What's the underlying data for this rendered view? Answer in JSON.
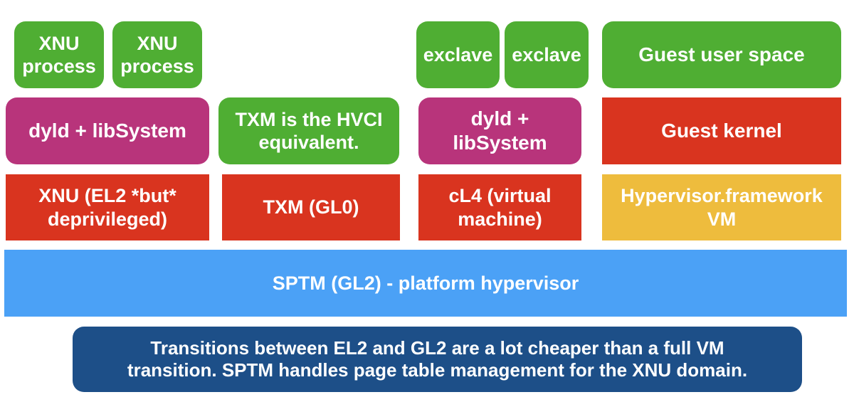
{
  "diagram": {
    "top_row": {
      "xnu_process_1": "XNU\nprocess",
      "xnu_process_2": "XNU\nprocess",
      "exclave_1": "exclave",
      "exclave_2": "exclave",
      "guest_user_space": "Guest user space"
    },
    "middle_row": {
      "dyld_libsystem_xnu": "dyld + libSystem",
      "txm_note": "TXM is the HVCI\nequivalent.",
      "dyld_libsystem_exclave": "dyld +\nlibSystem",
      "guest_kernel": "Guest kernel"
    },
    "kernel_row": {
      "xnu": "XNU (EL2 *but*\ndeprivileged)",
      "txm": "TXM (GL0)",
      "cl4": "cL4 (virtual\nmachine)",
      "hypervisor_vm": "Hypervisor.framework\nVM"
    },
    "sptm": "SPTM (GL2) - platform hypervisor",
    "note": "Transitions between EL2 and GL2 are a lot cheaper than a full VM\ntransition. SPTM handles page table management for the XNU domain."
  },
  "colors": {
    "green": "#4fae33",
    "magenta": "#b8347b",
    "red": "#d9341f",
    "yellow": "#eebc3d",
    "blue": "#4ba1f6",
    "navy": "#1d4f88"
  }
}
